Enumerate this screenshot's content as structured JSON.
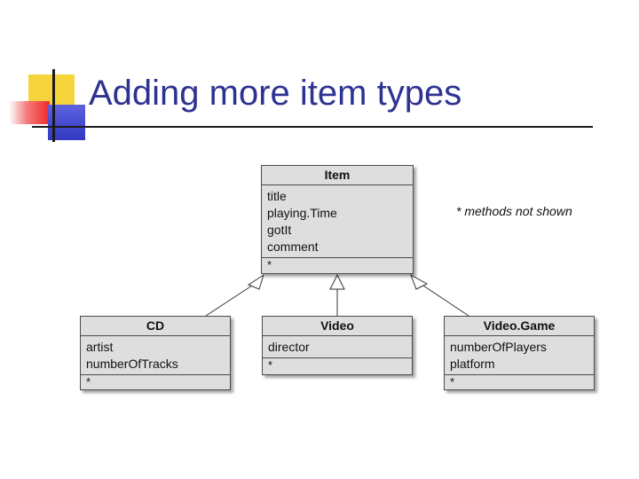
{
  "slide": {
    "title": "Adding more item types"
  },
  "diagram": {
    "note": "* methods not shown",
    "classes": {
      "item": {
        "name": "Item",
        "attributes": [
          "title",
          "playing.Time",
          "gotIt",
          "comment"
        ],
        "methods": "*"
      },
      "cd": {
        "name": "CD",
        "attributes": [
          "artist",
          "numberOfTracks"
        ],
        "methods": "*"
      },
      "video": {
        "name": "Video",
        "attributes": [
          "director"
        ],
        "methods": "*"
      },
      "videogame": {
        "name": "Video.Game",
        "attributes": [
          "numberOfPlayers",
          "platform"
        ],
        "methods": "*"
      }
    }
  },
  "colors": {
    "title": "#2e3392",
    "box_fill": "#dedede",
    "box_border": "#4a4a4a",
    "accent_yellow": "#f5d43c",
    "accent_red": "#ee2a2a",
    "accent_blue": "#3137c0"
  }
}
